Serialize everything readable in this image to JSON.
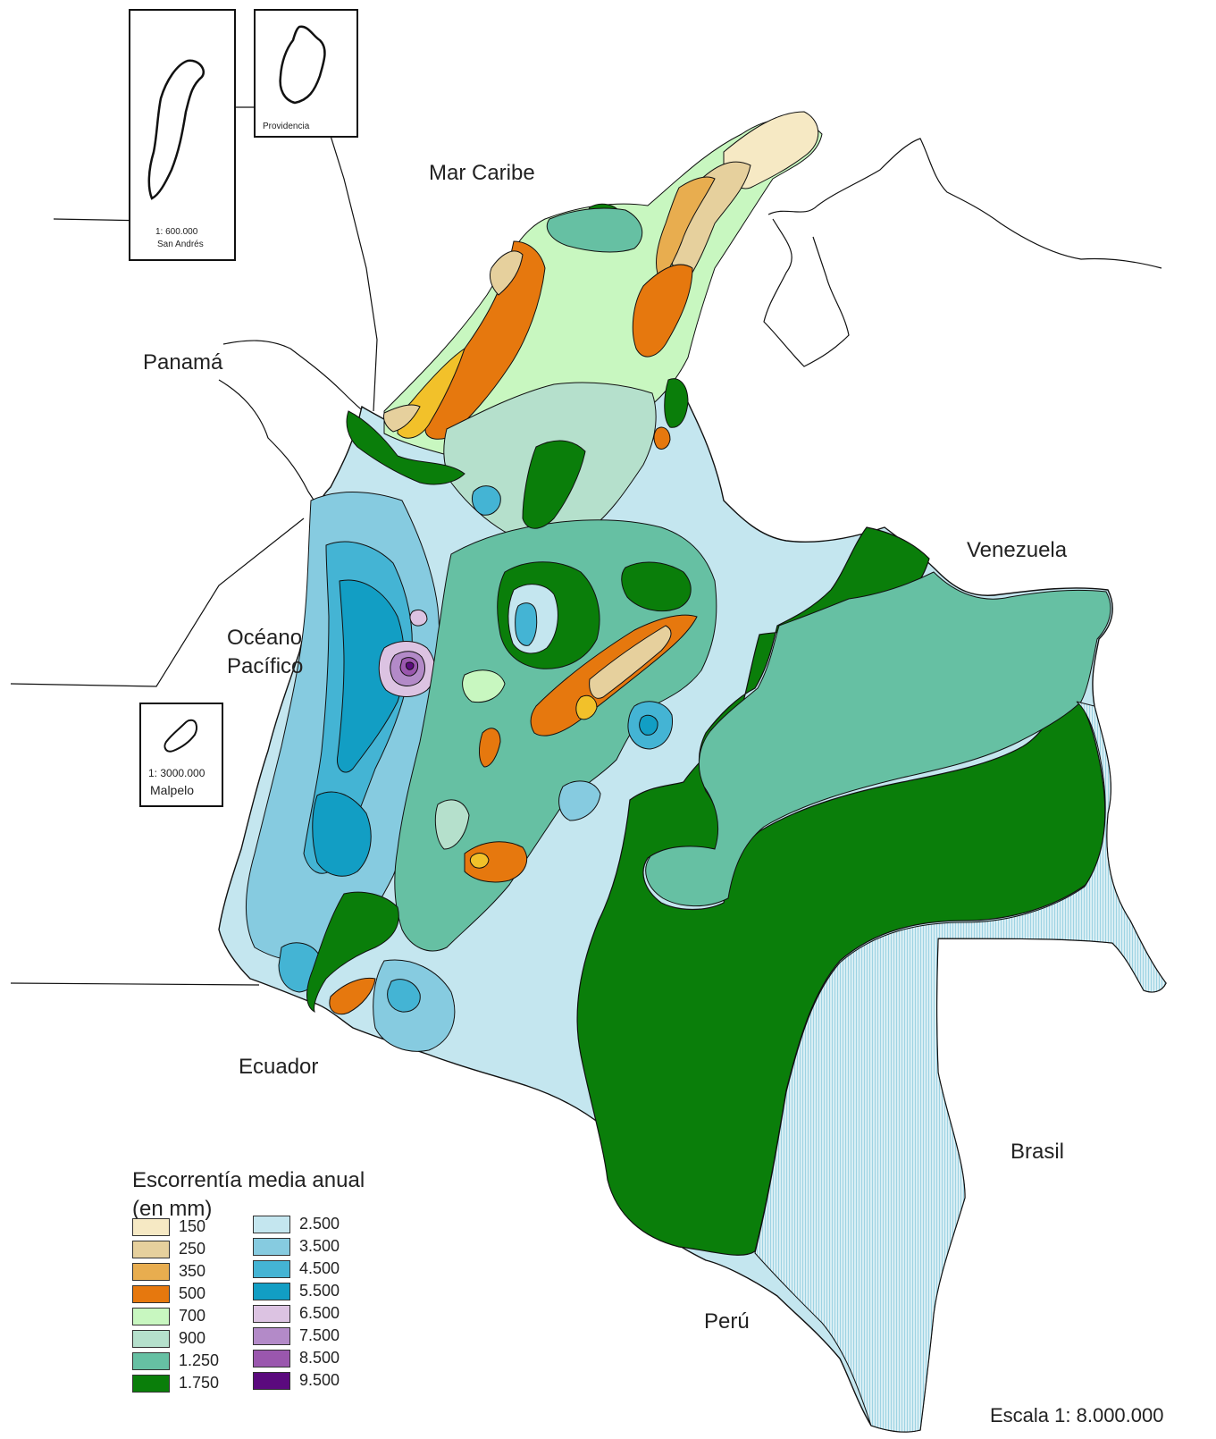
{
  "labels": {
    "caribbean": "Mar Caribe",
    "panama": "Panamá",
    "pacific_1": "Océano",
    "pacific_2": "Pacífico",
    "venezuela": "Venezuela",
    "ecuador": "Ecuador",
    "brasil": "Brasil",
    "peru": "Perú"
  },
  "insets": {
    "san_andres": {
      "scale": "1: 600.000",
      "name": "San Andrés"
    },
    "providencia": {
      "name": "Providencia"
    },
    "malpelo": {
      "scale": "1: 3000.000",
      "name": "Malpelo"
    }
  },
  "legend": {
    "title_1": "Escorrentía media anual",
    "title_2": "(en mm)",
    "classes": [
      {
        "value": "150",
        "color": "#f6e9c4"
      },
      {
        "value": "250",
        "color": "#e6d09d"
      },
      {
        "value": "350",
        "color": "#e8ad4f"
      },
      {
        "value": "500",
        "color": "#e6780e"
      },
      {
        "value": "700",
        "color": "#c8f7c0"
      },
      {
        "value": "900",
        "color": "#b5e0cc"
      },
      {
        "value": "1.250",
        "color": "#66c0a3"
      },
      {
        "value": "1.750",
        "color": "#0a7e0a"
      },
      {
        "value": "2.500",
        "color": "#c4e6ef"
      },
      {
        "value": "3.500",
        "color": "#86cbe0"
      },
      {
        "value": "4.500",
        "color": "#44b4d4"
      },
      {
        "value": "5.500",
        "color": "#129ec4"
      },
      {
        "value": "6.500",
        "color": "#dcc3e2"
      },
      {
        "value": "7.500",
        "color": "#b38ac8"
      },
      {
        "value": "8.500",
        "color": "#9a57ae"
      },
      {
        "value": "9.500",
        "color": "#5b0a7e"
      }
    ]
  },
  "scale_text": "Escala 1: 8.000.000"
}
